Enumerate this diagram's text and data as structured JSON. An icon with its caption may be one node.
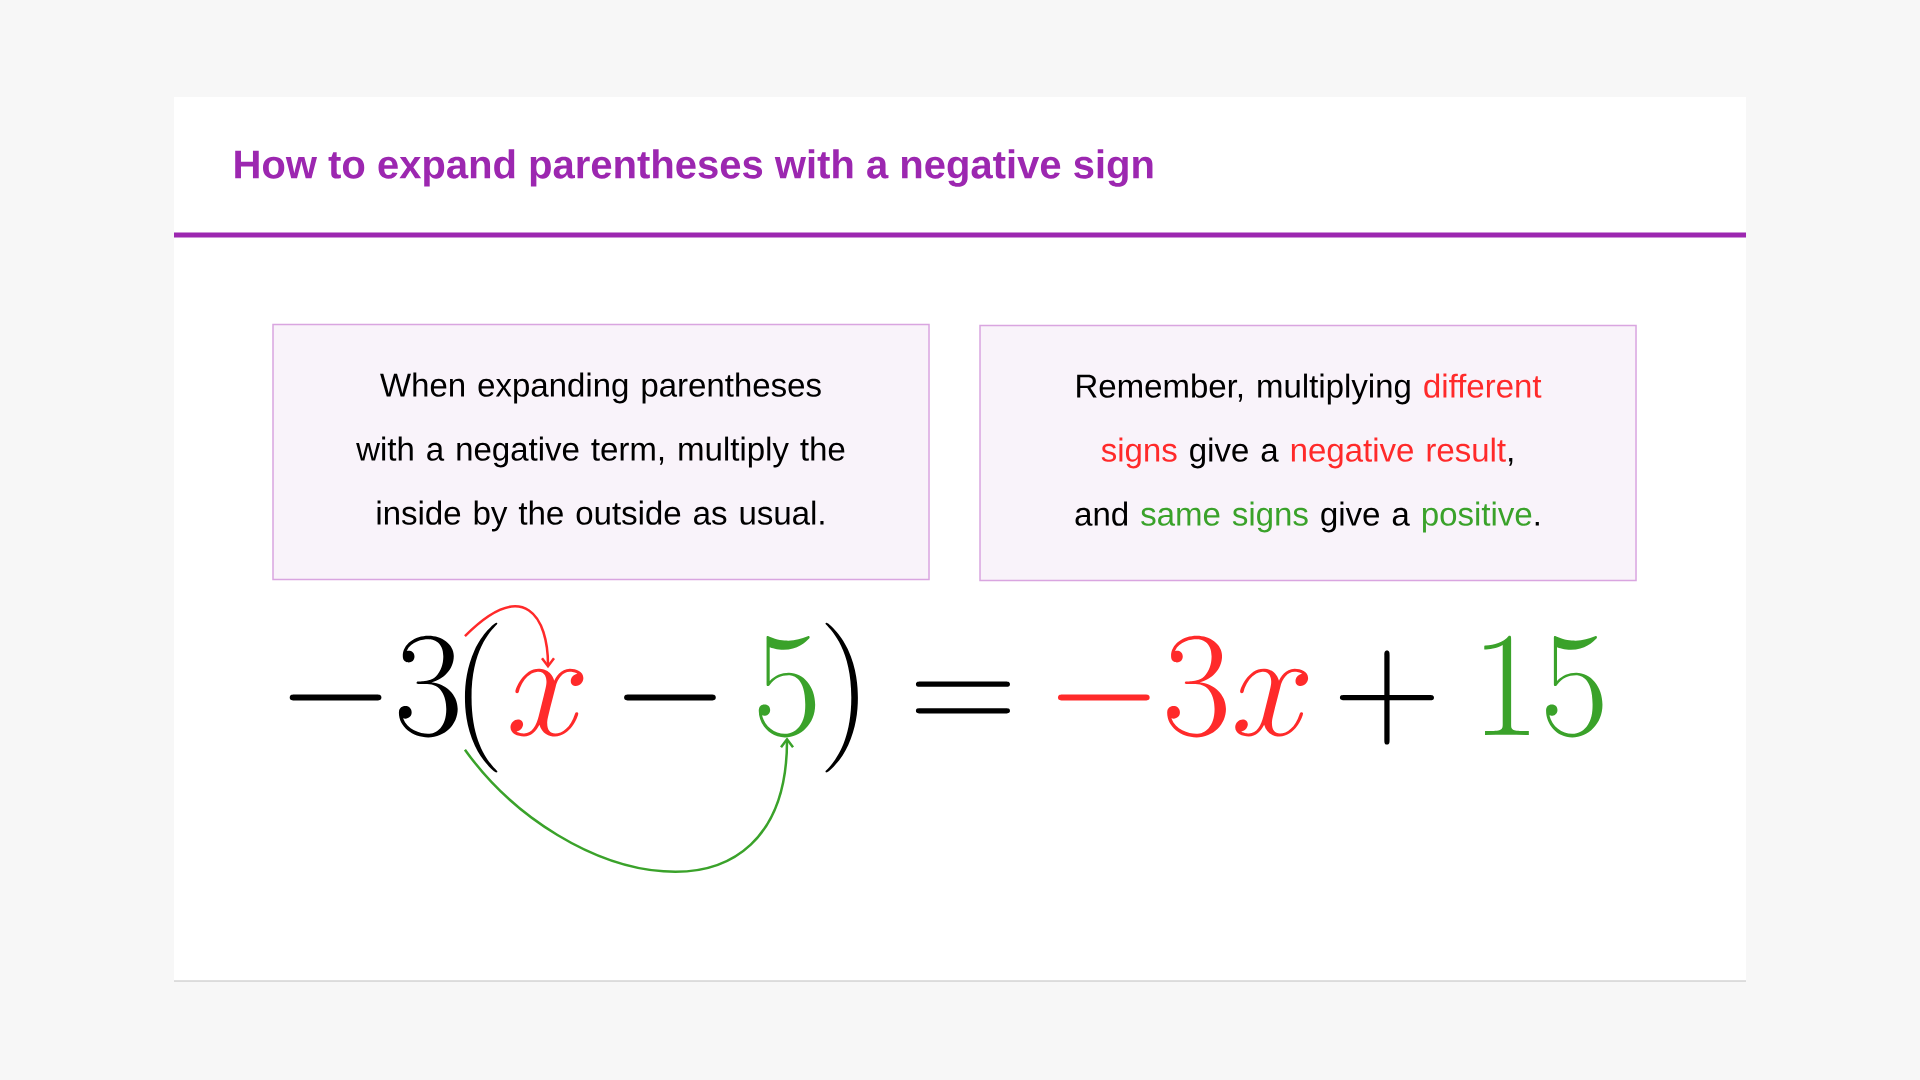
{
  "diagram": {
    "title": "How to expand parentheses with a negative sign",
    "nodes": [
      {
        "text": [
          "When expanding parentheses with a negative term, multiply the inside by the outside as usual."
        ]
      },
      {
        "text": [
          "Remember, multiplying",
          "different signs",
          "give a",
          "negative result",
          ", and",
          "same signs",
          "give a",
          "positive",
          "."
        ]
      },
      {
        "text": [
          "-3"
        ]
      },
      {
        "text": [
          "x"
        ]
      },
      {
        "text": [
          "5"
        ]
      }
    ],
    "edges": [
      {
        "from": 2,
        "to": 3,
        "arrow": "to",
        "color": "#ff2a2a"
      },
      {
        "from": 2,
        "to": 4,
        "arrow": "to",
        "color": "#3aa22a"
      }
    ],
    "labels": [
      "(",
      "-",
      ")",
      "=",
      "-3x",
      "+",
      "15"
    ]
  }
}
